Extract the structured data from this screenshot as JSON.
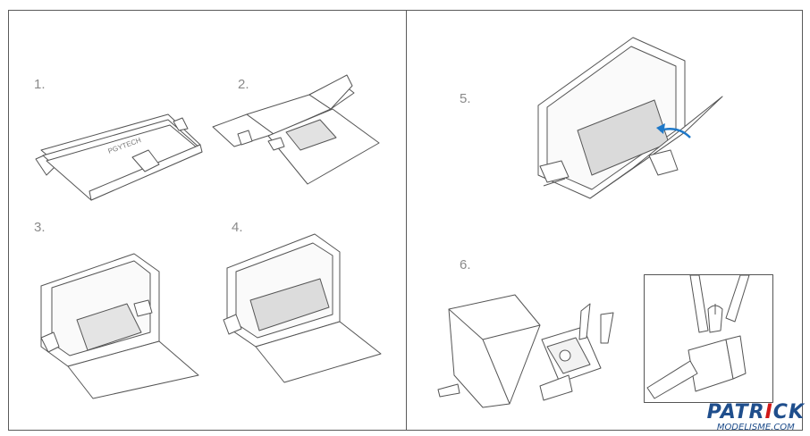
{
  "steps": [
    {
      "label": "1."
    },
    {
      "label": "2."
    },
    {
      "label": "3."
    },
    {
      "label": "4."
    },
    {
      "label": "5."
    },
    {
      "label": "6."
    }
  ],
  "logo_text": "PGYTECH",
  "watermark": {
    "line1_a": "PATR",
    "line1_b": "I",
    "line1_c": "CK",
    "line2": "MODELISME.COM"
  },
  "colors": {
    "line": "#555555",
    "panel_border": "#5a5a5a",
    "screen_fill": "#d9d9d9",
    "arrow": "#1e78c8",
    "watermark_blue": "#1f4e8c",
    "watermark_red": "#d01818"
  }
}
